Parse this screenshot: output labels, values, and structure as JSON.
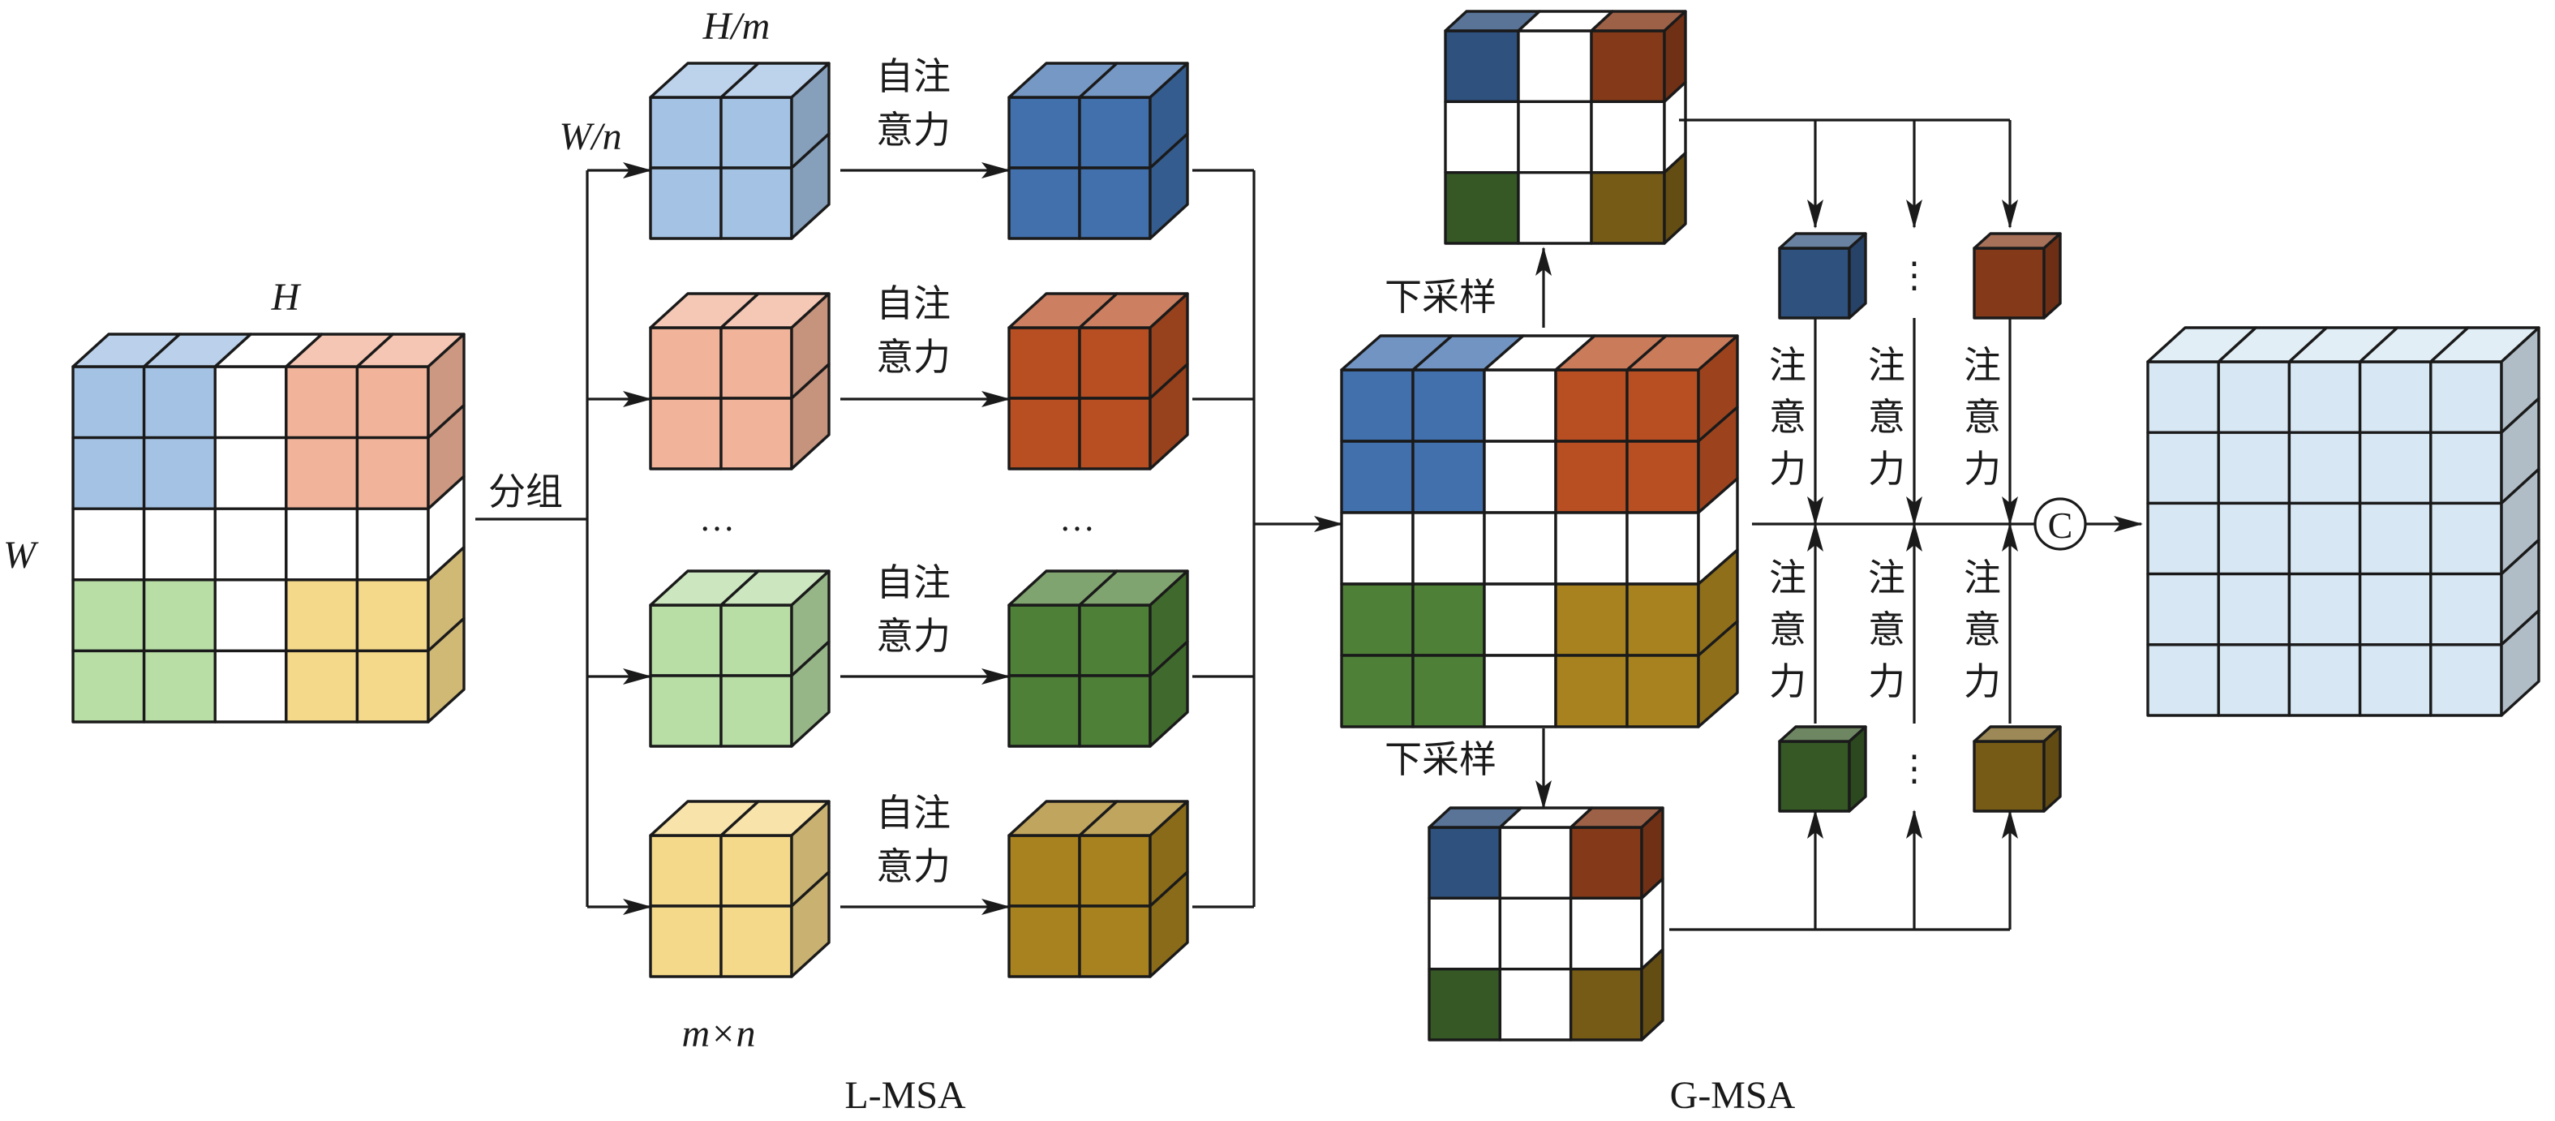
{
  "labels": {
    "input_height": "H",
    "input_width": "W",
    "group": "分组",
    "window_height": "H/m",
    "window_width": "W/n",
    "window_count": "m×n",
    "self_attention": [
      "自注",
      "意力"
    ],
    "downsample": "下采样",
    "attention_vertical": [
      "注",
      "意",
      "力"
    ],
    "concat": "C",
    "ellipsis_h": "…",
    "ellipsis_v": "⋮",
    "local_section": "L-MSA",
    "global_section": "G-MSA"
  },
  "colors": {
    "blue_light": "#a4c2e4",
    "blue_dark": "#4170ad",
    "salmon_light": "#f1b399",
    "rust_dark": "#b84f23",
    "green_light": "#b8dea6",
    "green_dark": "#4e8137",
    "yellow_light": "#f5d98a",
    "olive_dark": "#a8821f",
    "output_blue": "#d7e7f3",
    "white": "#ffffff"
  }
}
